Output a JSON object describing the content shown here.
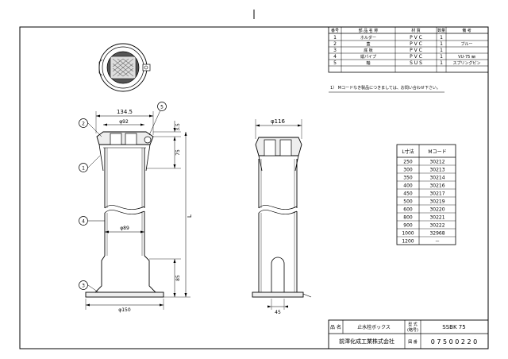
{
  "parts_table": {
    "headers": [
      "番号",
      "部 品 名 称",
      "材 質",
      "数量",
      "備 考"
    ],
    "rows": [
      [
        "1",
        "ホルダー",
        "P V C",
        "1",
        ""
      ],
      [
        "2",
        "蓋",
        "P V C",
        "1",
        "ブルー"
      ],
      [
        "3",
        "底 板",
        "P V C",
        "1",
        ""
      ],
      [
        "4",
        "縦パイプ",
        "P V C",
        "1",
        "VU-75 ㎜"
      ],
      [
        "5",
        "軸",
        "S U S",
        "1",
        "スプリングピン"
      ]
    ]
  },
  "note": "1） Mコードなき製品につきましては、お問い合わせ下さい。",
  "dimensions": {
    "top_width": "134.5",
    "top_inner": "φ92",
    "top_gap": "3.5",
    "holder_height": "75",
    "length": "L",
    "pipe_diameter": "φ89",
    "base_height": "85",
    "base_diameter": "φ150",
    "side_top": "φ116",
    "side_bottom": "45"
  },
  "balloons": [
    "1",
    "2",
    "3",
    "4",
    "5"
  ],
  "size_table": {
    "headers": [
      "L寸法",
      "Mコード"
    ],
    "rows": [
      [
        "250",
        "30212"
      ],
      [
        "300",
        "30213"
      ],
      [
        "350",
        "30214"
      ],
      [
        "400",
        "30216"
      ],
      [
        "450",
        "30217"
      ],
      [
        "500",
        "30219"
      ],
      [
        "600",
        "30220"
      ],
      [
        "800",
        "30221"
      ],
      [
        "900",
        "30222"
      ],
      [
        "1000",
        "32968"
      ],
      [
        "1200",
        "－"
      ]
    ]
  },
  "title_block": {
    "name_label": "品 名",
    "name_value": "止水栓ボックス",
    "model_label_1": "型 式",
    "model_label_2": "(略号)",
    "model_value": "SSBK 75",
    "company": "前澤化成工業株式会社",
    "code_label": "図 番",
    "code_value": "0 7 5 0 0 2 2 0"
  }
}
